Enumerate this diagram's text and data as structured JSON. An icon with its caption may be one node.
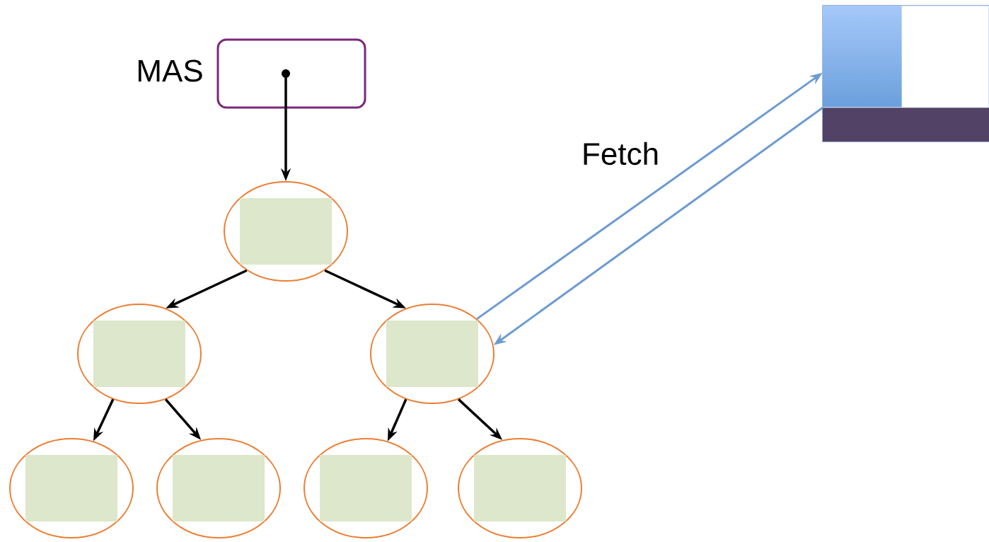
{
  "diagram": {
    "nodes": [
      {
        "text": [],
        "shape": "box",
        "beside": [
          "MAS"
        ]
      },
      {
        "text": [],
        "shape": "circle"
      },
      {
        "text": [],
        "shape": "circle"
      },
      {
        "text": [],
        "shape": "circle"
      },
      {
        "text": [],
        "shape": "circle"
      },
      {
        "text": [],
        "shape": "circle"
      },
      {
        "text": [],
        "shape": "circle"
      },
      {
        "text": [],
        "shape": "circle"
      },
      {
        "text": [],
        "shape": "box"
      }
    ],
    "edges": [
      {
        "from": 0,
        "to": 1,
        "arrow": "to"
      },
      {
        "from": 1,
        "to": 2,
        "arrow": "to"
      },
      {
        "from": 1,
        "to": 3,
        "arrow": "to"
      },
      {
        "from": 2,
        "to": 4,
        "arrow": "to"
      },
      {
        "from": 2,
        "to": 5,
        "arrow": "to"
      },
      {
        "from": 3,
        "to": 6,
        "arrow": "to"
      },
      {
        "from": 3,
        "to": 7,
        "arrow": "to"
      },
      {
        "from": 3,
        "to": 8,
        "arrow": "to",
        "label": "Fetch",
        "color": "#6d9bd1"
      },
      {
        "from": 8,
        "to": 3,
        "arrow": "to",
        "color": "#6d9bd1"
      }
    ]
  }
}
